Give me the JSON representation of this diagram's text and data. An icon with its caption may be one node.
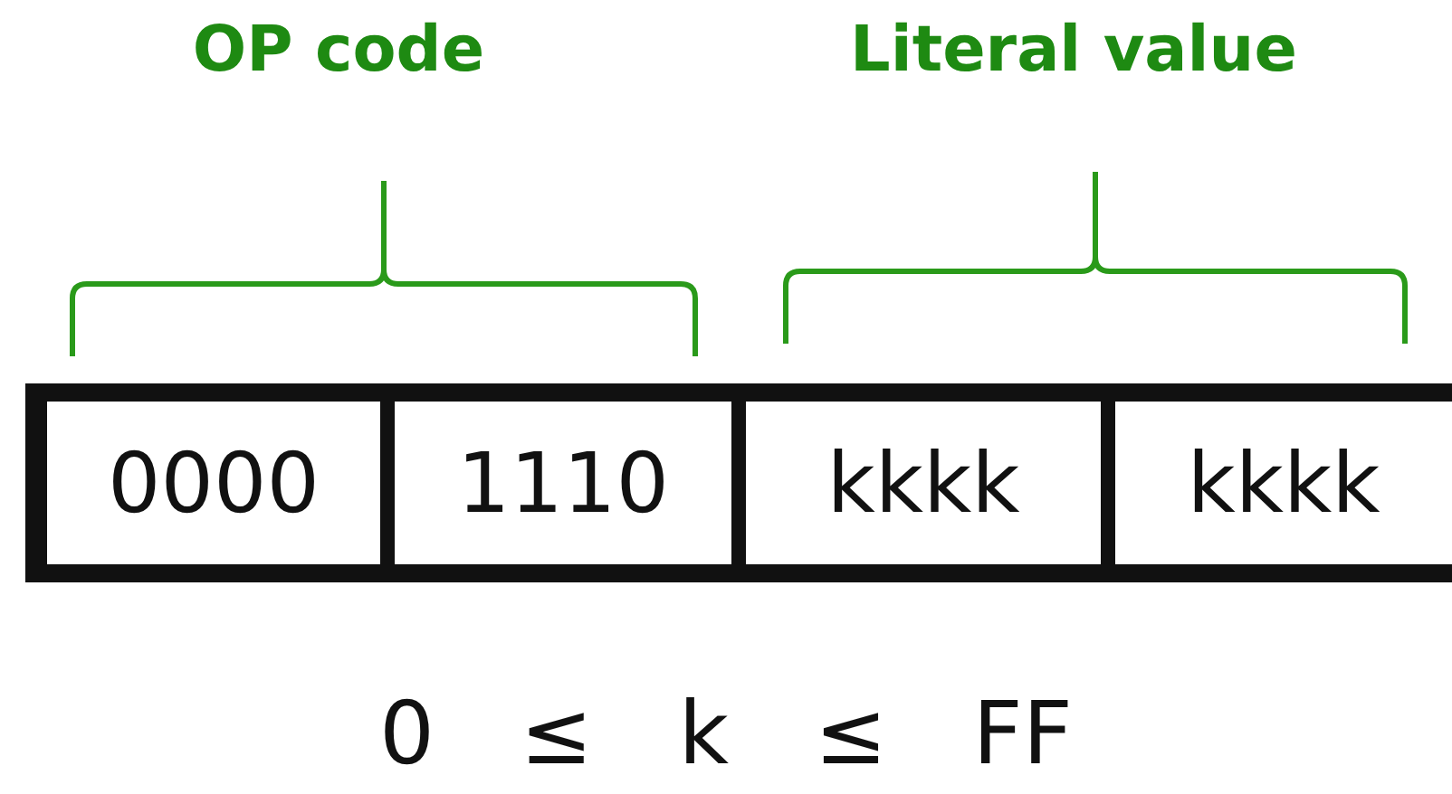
{
  "diagram": {
    "nodes": [
      {
        "text": [],
        "shape": "bar"
      },
      {
        "text": [
          "0000"
        ],
        "in": 0
      },
      {
        "text": [
          "1110"
        ],
        "in": 0
      },
      {
        "text": [
          "kkkk"
        ],
        "in": 0
      },
      {
        "text": [
          "kkkk"
        ],
        "in": 0
      }
    ],
    "labels": [
      "OP code",
      "Literal value",
      "0 ≤ k ≤ FF"
    ]
  }
}
